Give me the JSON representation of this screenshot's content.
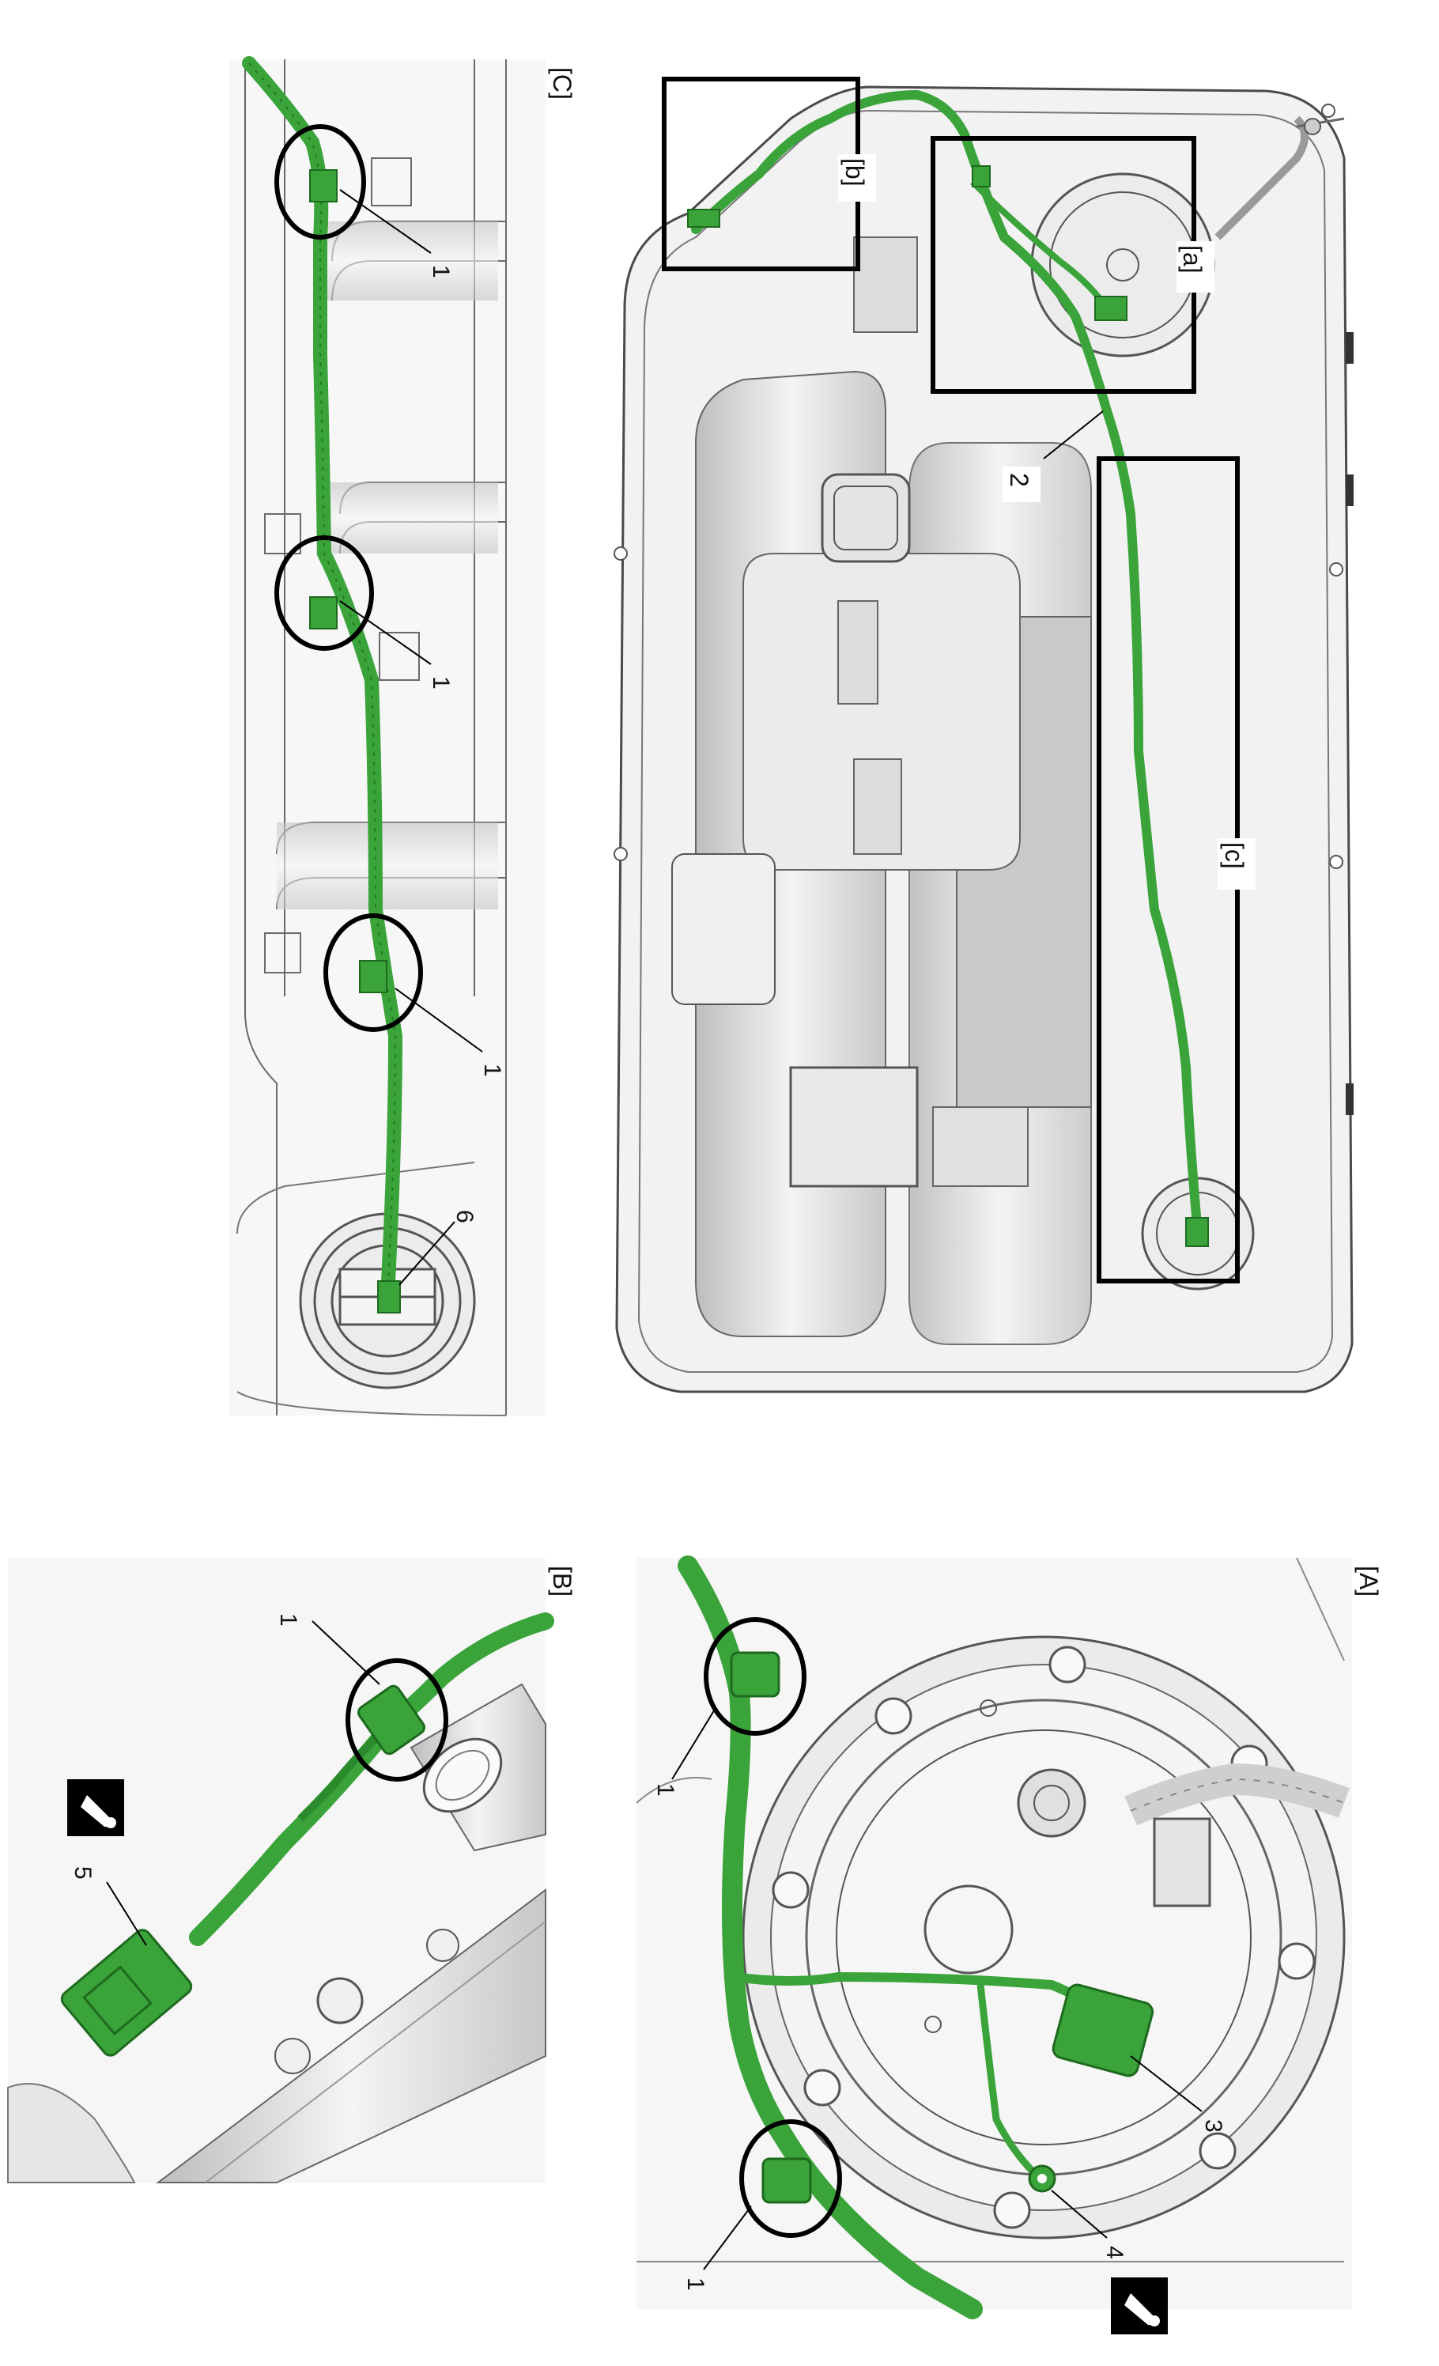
{
  "panels": {
    "A": {
      "id": "[A]"
    },
    "B": {
      "id": "[B]"
    },
    "C": {
      "id": "[C]"
    }
  },
  "overview": {
    "box_a": "[a]",
    "box_b": "[b]",
    "box_c": "[c]",
    "callout_2": "2"
  },
  "callouts_A": {
    "one_top": "1",
    "one_bottom": "1",
    "three": "3",
    "four": "4"
  },
  "callouts_B": {
    "one": "1",
    "five": "5"
  },
  "callouts_C": {
    "one_a": "1",
    "one_b": "1",
    "one_c": "1",
    "six": "6"
  },
  "colors": {
    "harness": "#3aa33a",
    "harness_dark": "#1e7a1e",
    "line": "#555555",
    "tank_shade": "#cfcfcf",
    "frame": "#000000"
  },
  "icons": [
    "lubricant-icon"
  ]
}
